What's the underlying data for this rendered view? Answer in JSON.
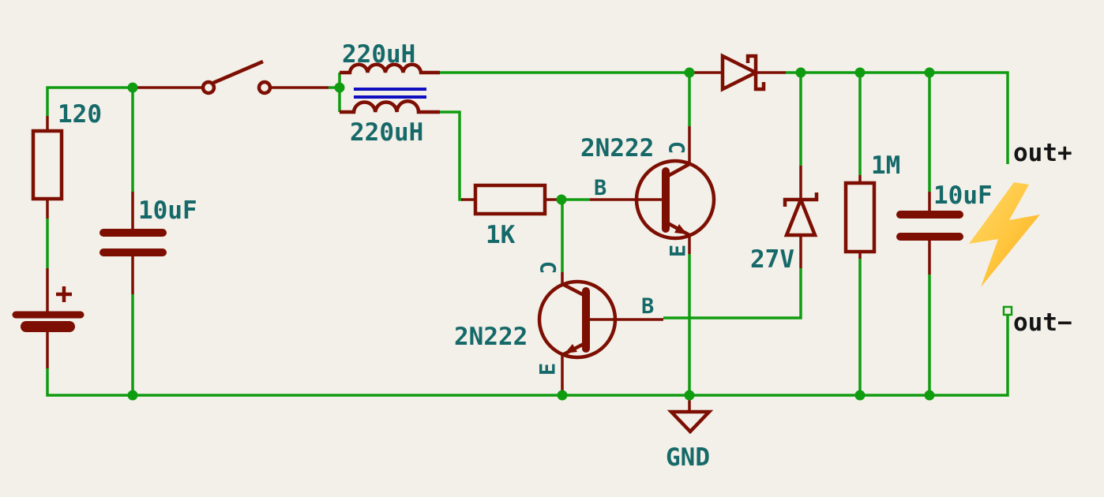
{
  "colors": {
    "background": "#f3f0e9",
    "wire": "#109c10",
    "symbol_outline": "#7d0e02",
    "value_label": "#166969",
    "net_label": "#141414",
    "transformer_core": "#0f0fc0",
    "lightning_bolt": "#ffc53d"
  },
  "components": {
    "input_resistor": {
      "type": "resistor",
      "value": "120"
    },
    "input_capacitor": {
      "type": "capacitor",
      "value": "10uF"
    },
    "battery": {
      "type": "battery-cell",
      "polarity_mark": "+"
    },
    "power_switch": {
      "type": "spst-switch"
    },
    "transformer": {
      "primary": {
        "type": "inductor",
        "value": "220uH"
      },
      "secondary": {
        "type": "inductor",
        "value": "220uH"
      }
    },
    "base_resistor": {
      "type": "resistor",
      "value": "1K"
    },
    "upper_transistor": {
      "type": "npn-transistor",
      "value": "2N222",
      "pins": {
        "b": "B",
        "c": "C",
        "e": "E"
      }
    },
    "lower_transistor": {
      "type": "npn-transistor",
      "value": "2N222",
      "pins": {
        "b": "B",
        "c": "C",
        "e": "E"
      }
    },
    "rectifier_diode": {
      "type": "schottky-diode"
    },
    "zener_diode": {
      "type": "zener-diode",
      "value": "27V"
    },
    "load_resistor": {
      "type": "resistor",
      "value": "1M"
    },
    "output_capacitor": {
      "type": "capacitor",
      "value": "10uF"
    }
  },
  "labels": {
    "ground": "GND",
    "output_positive": "out+",
    "output_negative": "out−"
  },
  "icons": {
    "lightning_bolt": "high-voltage"
  }
}
